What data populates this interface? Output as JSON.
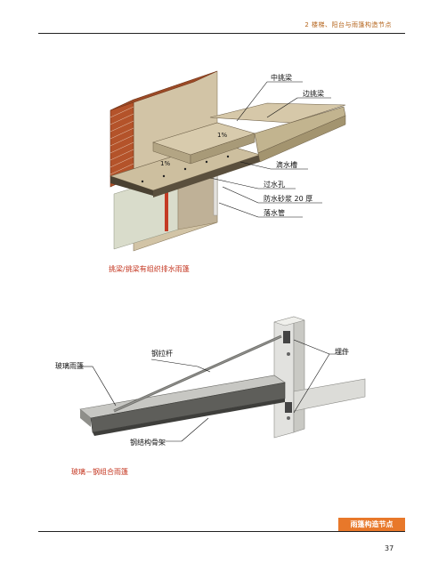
{
  "header": {
    "text": "2  楼梯、阳台与雨篷构造节点"
  },
  "figure1": {
    "caption": "挑梁/挑梁有组织排水雨篷",
    "labels": {
      "middle_beam": "中挑梁",
      "edge_beam": "边挑梁",
      "slope1": "1%",
      "slope2": "1%",
      "gutter": "滴水槽",
      "drain_hole": "过水孔",
      "waterproof": "防水砂浆 20 厚",
      "downpipe": "落水管"
    }
  },
  "figure2": {
    "caption": "玻璃－钢组合雨篷",
    "labels": {
      "steel_rod": "钢拉杆",
      "glass_canopy": "玻璃雨篷",
      "embedded_part": "埋件",
      "steel_frame": "钢结构骨架"
    }
  },
  "footer": {
    "badge": "雨篷构造节点",
    "page": "37"
  },
  "colors": {
    "accent": "#e8782a",
    "caption": "#c4351f",
    "concrete": "#c9b99a",
    "brick": "#b4532a"
  }
}
